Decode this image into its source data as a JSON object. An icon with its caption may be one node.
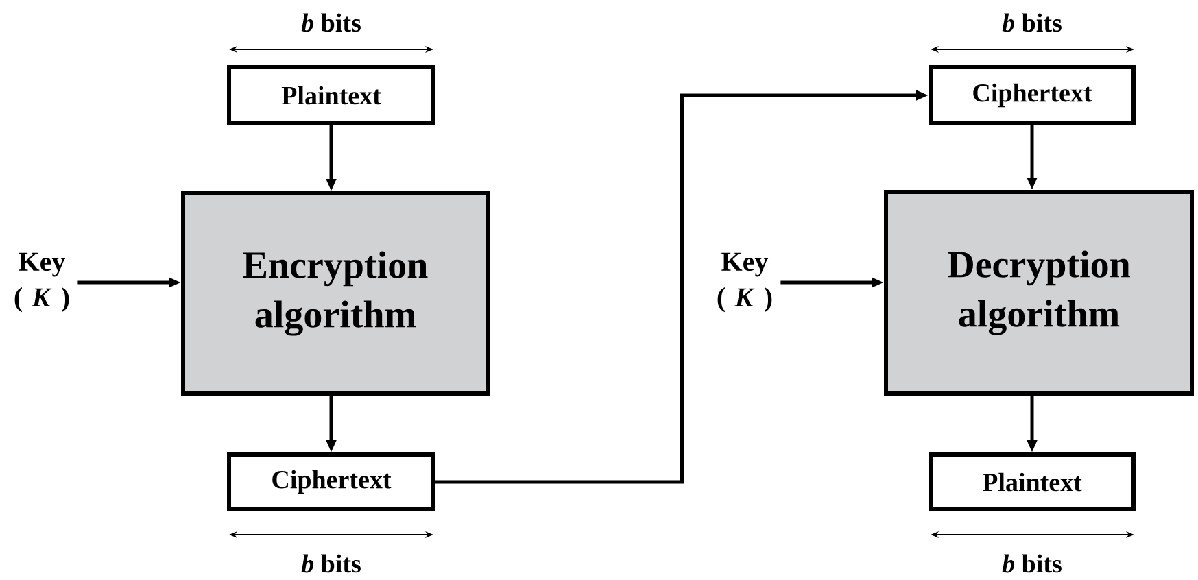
{
  "diagram": {
    "nodes": [
      {
        "text": [
          "Plaintext"
        ]
      },
      {
        "text": [
          "Encryption algorithm"
        ]
      },
      {
        "text": [
          "Ciphertext"
        ]
      },
      {
        "text": [
          "Key ( *K* )"
        ]
      },
      {
        "text": [
          "Ciphertext"
        ]
      },
      {
        "text": [
          "Decryption algorithm"
        ]
      },
      {
        "text": [
          "Plaintext"
        ]
      },
      {
        "text": [
          "Key ( *K* )"
        ]
      }
    ],
    "edges": [
      {
        "from": 0,
        "to": 1,
        "arrow": "to"
      },
      {
        "from": 3,
        "to": 1,
        "arrow": "to"
      },
      {
        "from": 1,
        "to": 2,
        "arrow": "to"
      },
      {
        "from": 2,
        "to": 4,
        "arrow": "to"
      },
      {
        "from": 4,
        "to": 5,
        "arrow": "to"
      },
      {
        "from": 7,
        "to": 5,
        "arrow": "to"
      },
      {
        "from": 5,
        "to": 6,
        "arrow": "to"
      }
    ],
    "labels": [
      "*b* bits",
      "*b* bits",
      "*b* bits",
      "*b* bits"
    ]
  }
}
